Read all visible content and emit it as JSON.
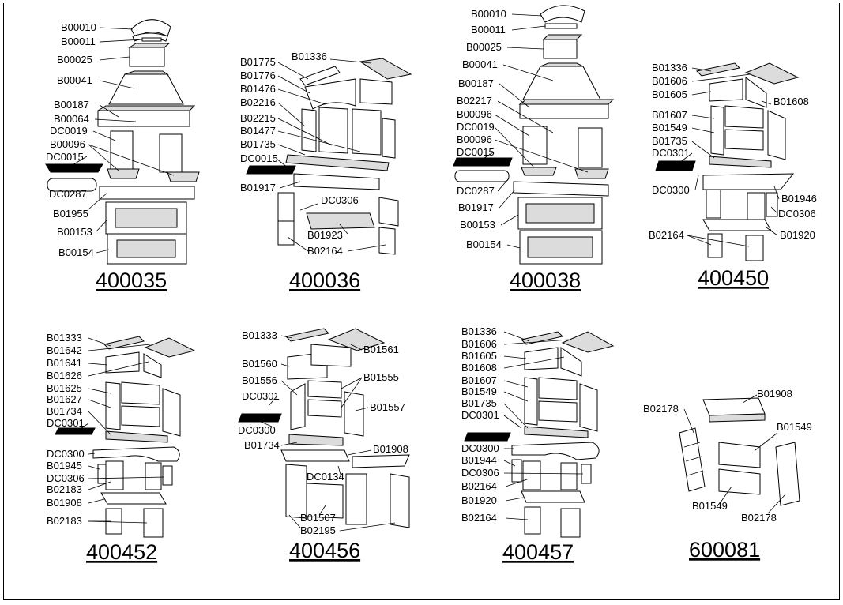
{
  "diagrams": [
    {
      "code": "400035",
      "labels": [
        "B00010",
        "B00011",
        "B00025",
        "B00041",
        "B00187",
        "B00064",
        "DC0019",
        "B00096",
        "DC0015",
        "DC0287",
        "B01955",
        "B00153",
        "B00154"
      ]
    },
    {
      "code": "400036",
      "labels": [
        "B01775",
        "B01336",
        "B01776",
        "B01476",
        "B02216",
        "B02215",
        "B01477",
        "B01735",
        "DC0015",
        "B01917",
        "DC0306",
        "B01923",
        "B02164"
      ]
    },
    {
      "code": "400038",
      "labels": [
        "B00010",
        "B00011",
        "B00025",
        "B00041",
        "B00187",
        "B02217",
        "B00096",
        "DC0019",
        "B00096",
        "DC0015",
        "DC0287",
        "B01917",
        "B00153",
        "B00154"
      ]
    },
    {
      "code": "400450",
      "labels": [
        "B01336",
        "B01606",
        "B01605",
        "B01608",
        "B01607",
        "B01549",
        "B01735",
        "DC0301",
        "DC0300",
        "B01946",
        "DC0306",
        "B02164",
        "B01920"
      ]
    },
    {
      "code": "400452",
      "labels": [
        "B01333",
        "B01642",
        "B01641",
        "B01626",
        "B01625",
        "B01627",
        "B01734",
        "DC0301",
        "DC0300",
        "B01945",
        "DC0306",
        "B02183",
        "B01908",
        "B02183"
      ]
    },
    {
      "code": "400456",
      "labels": [
        "B01333",
        "B01561",
        "B01560",
        "B01556",
        "B01555",
        "DC0301",
        "B01557",
        "DC0300",
        "B01734",
        "B01908",
        "DC0134",
        "B01507",
        "B02195"
      ]
    },
    {
      "code": "400457",
      "labels": [
        "B01336",
        "B01606",
        "B01605",
        "B01608",
        "B01607",
        "B01549",
        "B01735",
        "DC0301",
        "DC0300",
        "B01944",
        "DC0306",
        "B02164",
        "B01920",
        "B02164"
      ]
    },
    {
      "code": "600081",
      "labels": [
        "B01908",
        "B02178",
        "B01549",
        "B01549",
        "B02178"
      ]
    }
  ]
}
